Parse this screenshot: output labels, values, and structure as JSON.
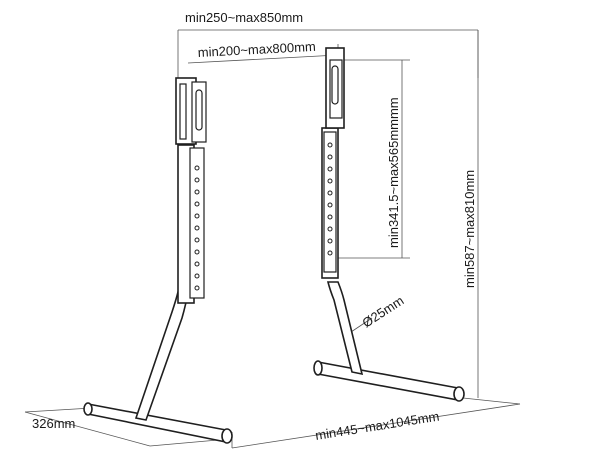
{
  "diagram": {
    "dimensions": {
      "top_width": "min250~max850mm",
      "inner_width": "min200~max800mm",
      "column_height": "min341.5~max565mmmm",
      "total_height": "min587~max810mm",
      "tube_diameter": "Ø25mm",
      "foot_depth": "326mm",
      "base_width": "min445~max1045mm"
    },
    "colors": {
      "line": "#1f1f1f",
      "dimension_line": "#555555",
      "background": "#ffffff"
    }
  }
}
